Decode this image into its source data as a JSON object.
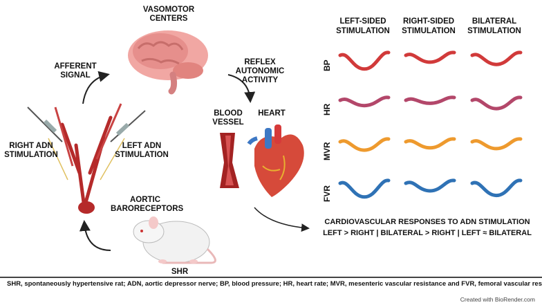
{
  "labels": {
    "vasomotor": [
      "VASOMOTOR",
      "CENTERS"
    ],
    "afferent": [
      "AFFERENT",
      "SIGNAL"
    ],
    "reflex": [
      "REFLEX",
      "AUTONOMIC",
      "ACTIVITY"
    ],
    "blood_vessel": [
      "BLOOD",
      "VESSEL"
    ],
    "heart": "HEART",
    "right_adn": [
      "RIGHT ADN",
      "STIMULATION"
    ],
    "left_adn": [
      "LEFT ADN",
      "STIMULATION"
    ],
    "aortic": [
      "AORTIC",
      "BARORECEPTORS"
    ],
    "shr": "SHR"
  },
  "grid": {
    "columns": [
      [
        "LEFT-SIDED",
        "STIMULATION"
      ],
      [
        "RIGHT-SIDED",
        "STIMULATION"
      ],
      [
        "BILATERAL",
        "STIMULATION"
      ]
    ],
    "rows": [
      {
        "label": "BP",
        "color": "#d13a3a",
        "depth": [
          0.9,
          0.45,
          0.6
        ]
      },
      {
        "label": "HR",
        "color": "#b3476a",
        "depth": [
          0.35,
          0.2,
          0.55
        ]
      },
      {
        "label": "MVR",
        "color": "#ee9a2e",
        "depth": [
          0.55,
          0.4,
          0.45
        ]
      },
      {
        "label": "FVR",
        "color": "#2f72b5",
        "depth": [
          0.9,
          0.5,
          0.8
        ]
      }
    ]
  },
  "summary": {
    "title": "CARDIOVASCULAR RESPONSES TO ADN STIMULATION",
    "relation": "LEFT > RIGHT | BILATERAL > RIGHT | LEFT ≈ BILATERAL"
  },
  "footer": "SHR, spontaneously hypertensive rat; ADN, aortic depressor nerve; BP, blood pressure; HR, heart rate; MVR, mesenteric vascular resistance and FVR, femoral vascular resistance",
  "credit": "Created with BioRender.com"
}
